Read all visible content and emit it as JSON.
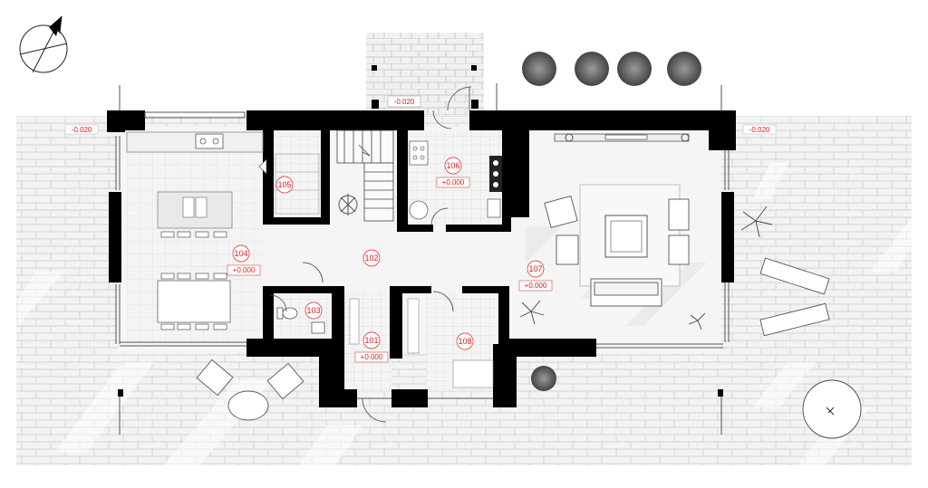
{
  "plan": {
    "rooms": [
      {
        "id": "101",
        "level": "+0.000"
      },
      {
        "id": "102",
        "level": ""
      },
      {
        "id": "103",
        "level": ""
      },
      {
        "id": "104",
        "level": "+0.000"
      },
      {
        "id": "105",
        "level": ""
      },
      {
        "id": "106",
        "level": "+0.000"
      },
      {
        "id": "107",
        "level": "+0.000"
      },
      {
        "id": "108",
        "level": ""
      }
    ],
    "outdoor_levels": {
      "terrace_left": "-0.020",
      "entrance": "-0.020",
      "terrace_right": "-0.020"
    },
    "icons": [
      "north-arrow-icon",
      "kitchen-sink-icon",
      "stove-icon",
      "tree-icon",
      "plant-icon",
      "sun-lounger-icon",
      "garden-chair-icon",
      "round-table-icon",
      "sofa-icon",
      "armchair-icon",
      "toilet-icon",
      "dining-table-icon",
      "door-icon",
      "staircase-icon"
    ],
    "colors": {
      "wall": "#000000",
      "tile_floor": "#f2f2f2",
      "paving": "#e8e8e8",
      "label": "#d42020"
    }
  }
}
